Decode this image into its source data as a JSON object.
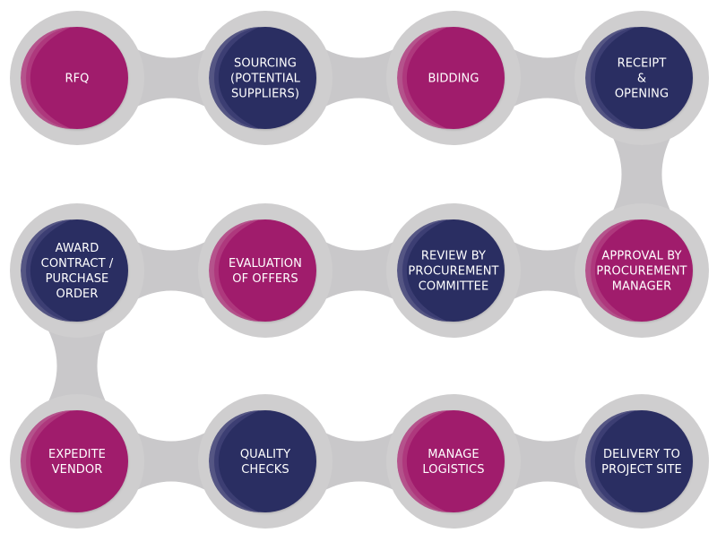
{
  "colors": {
    "track": "#c9c8ca",
    "ring": "#cfcecf",
    "magenta": "#a01f6c",
    "magenta_light": "#b03d80",
    "navy": "#2b2d62",
    "navy_light": "#3f4177"
  },
  "steps": [
    {
      "lines": [
        "RFQ"
      ],
      "color": "magenta"
    },
    {
      "lines": [
        "SOURCING",
        "(POTENTIAL",
        "SUPPLIERS)"
      ],
      "color": "navy"
    },
    {
      "lines": [
        "BIDDING"
      ],
      "color": "magenta"
    },
    {
      "lines": [
        "RECEIPT",
        "&",
        "OPENING"
      ],
      "color": "navy"
    },
    {
      "lines": [
        "APPROVAL BY",
        "PROCUREMENT",
        "MANAGER"
      ],
      "color": "magenta"
    },
    {
      "lines": [
        "REVIEW BY",
        "PROCUREMENT",
        "COMMITTEE"
      ],
      "color": "navy"
    },
    {
      "lines": [
        "EVALUATION",
        "OF OFFERS"
      ],
      "color": "magenta"
    },
    {
      "lines": [
        "AWARD",
        "CONTRACT /",
        "PURCHASE",
        "ORDER"
      ],
      "color": "navy"
    },
    {
      "lines": [
        "EXPEDITE",
        "VENDOR"
      ],
      "color": "magenta"
    },
    {
      "lines": [
        "QUALITY",
        "CHECKS"
      ],
      "color": "navy"
    },
    {
      "lines": [
        "MANAGE",
        "LOGISTICS"
      ],
      "color": "magenta"
    },
    {
      "lines": [
        "DELIVERY TO",
        "PROJECT SITE"
      ],
      "color": "navy"
    }
  ]
}
